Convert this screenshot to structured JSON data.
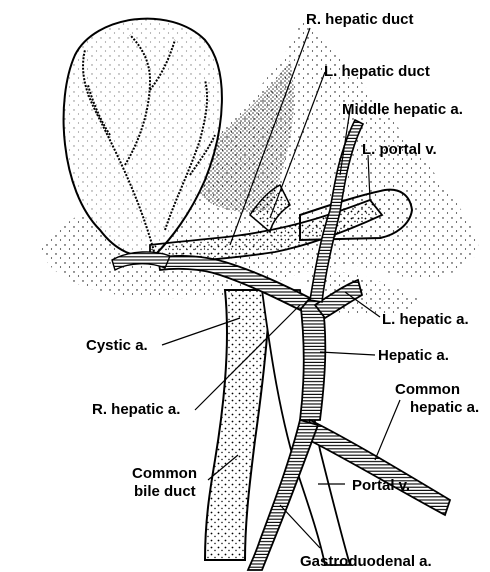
{
  "labels": {
    "r_hepatic_duct": "R. hepatic duct",
    "l_hepatic_duct": "L. hepatic duct",
    "middle_hepatic_a": "Middle hepatic a.",
    "l_portal_v": "L. portal v.",
    "l_hepatic_a": "L. hepatic a.",
    "cystic_a": "Cystic a.",
    "hepatic_a": "Hepatic a.",
    "common_hepatic_a_line1": "Common",
    "common_hepatic_a_line2": "hepatic a.",
    "r_hepatic_a": "R. hepatic a.",
    "common_bile_duct_line1": "Common",
    "common_bile_duct_line2": "bile duct",
    "portal_v": "Portal v.",
    "gastroduodenal_a": "Gastroduodenal a."
  }
}
